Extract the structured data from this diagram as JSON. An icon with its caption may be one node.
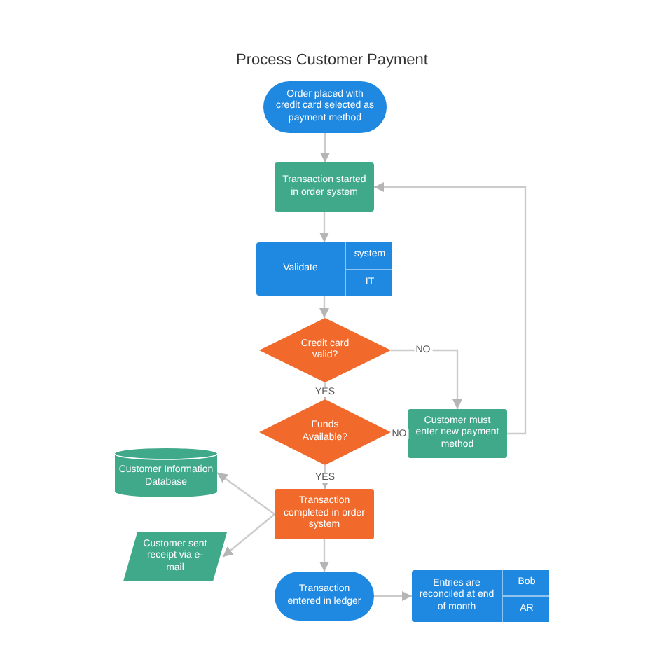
{
  "diagram": {
    "title": "Process Customer Payment",
    "nodes": [
      {
        "text": [
          "Order placed with credit card selected as payment method"
        ]
      },
      {
        "text": [
          "Transaction started in order system"
        ]
      },
      {
        "text": [
          "Validate"
        ]
      },
      {
        "text": [
          "system"
        ],
        "in": 2
      },
      {
        "text": [
          "IT"
        ],
        "in": 2
      },
      {
        "text": [
          "Credit card valid?"
        ]
      },
      {
        "text": [
          "Funds Available?"
        ]
      },
      {
        "text": [
          "Customer must enter new payment method"
        ]
      },
      {
        "text": [
          "Customer Information Database"
        ]
      },
      {
        "text": [
          "Transaction completed in order system"
        ]
      },
      {
        "text": [
          "Customer sent receipt via e-mail"
        ]
      },
      {
        "text": [
          "Transaction entered in ledger"
        ]
      },
      {
        "text": [
          "Entries are reconciled at end of month"
        ]
      },
      {
        "text": [
          "Bob"
        ],
        "in": 12
      },
      {
        "text": [
          "AR"
        ],
        "in": 12
      }
    ],
    "edges": [
      {
        "from": 0,
        "to": 1,
        "arrow": "to"
      },
      {
        "from": 1,
        "to": 2,
        "arrow": "to"
      },
      {
        "from": 2,
        "to": 5,
        "arrow": "to"
      },
      {
        "from": 5,
        "to": 6,
        "arrow": "to",
        "label": "YES"
      },
      {
        "from": 5,
        "to": 7,
        "arrow": "to",
        "label": "NO"
      },
      {
        "from": 6,
        "to": 7,
        "arrow": "to",
        "label": "NO"
      },
      {
        "from": 7,
        "to": 1,
        "arrow": "to"
      },
      {
        "from": 6,
        "to": 9,
        "arrow": "to",
        "label": "YES"
      },
      {
        "from": 9,
        "to": 8,
        "arrow": "to"
      },
      {
        "from": 9,
        "to": 10,
        "arrow": "to"
      },
      {
        "from": 9,
        "to": 11,
        "arrow": "to"
      },
      {
        "from": 11,
        "to": 12,
        "arrow": "to"
      }
    ]
  }
}
